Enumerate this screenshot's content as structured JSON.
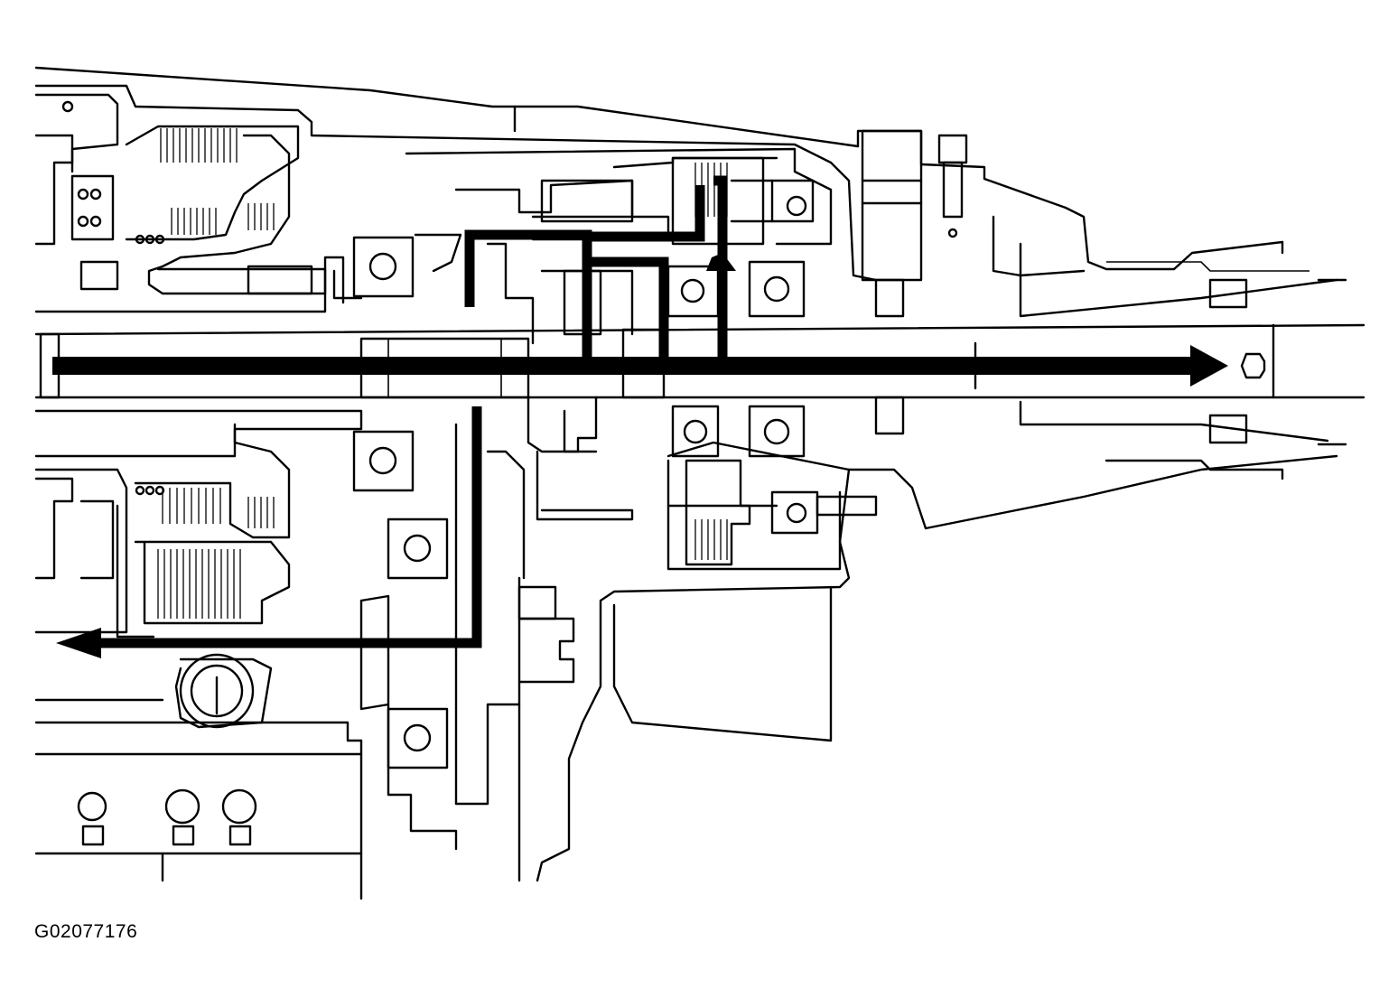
{
  "figure": {
    "id_label": "G02077176"
  },
  "icons": {
    "input_flow": "power-flow-arrow-right",
    "output_flow_rear": "power-flow-arrow-right",
    "output_flow_front": "power-flow-arrow-left",
    "clutch_flow": "power-flow-arrow-up"
  }
}
